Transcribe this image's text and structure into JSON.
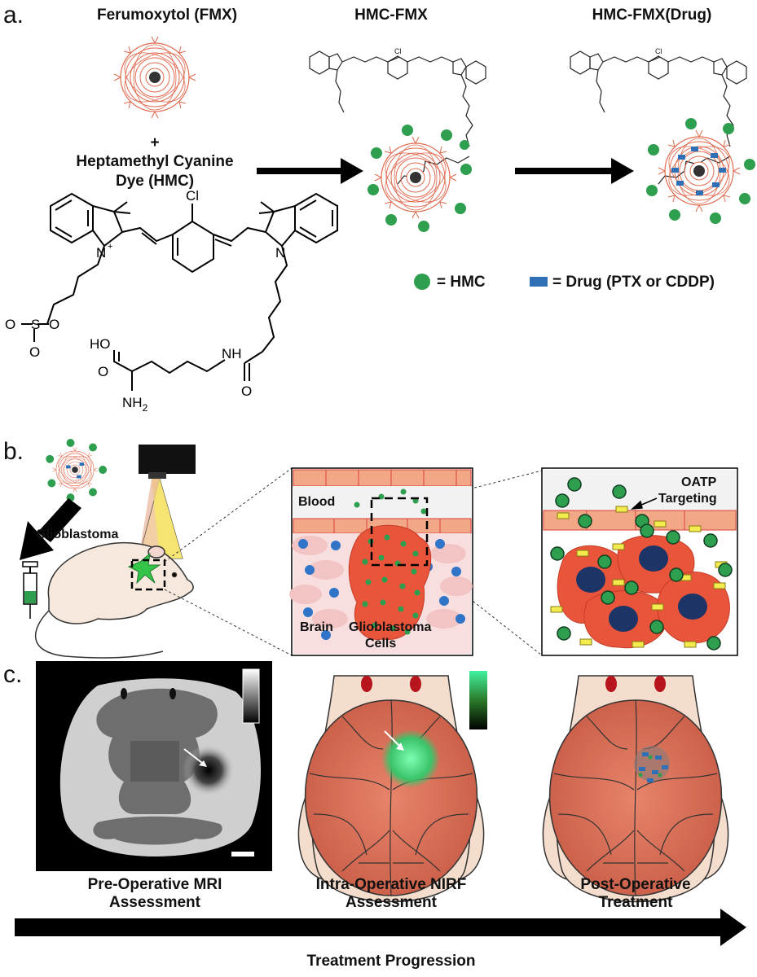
{
  "panel_a": {
    "letter": "a.",
    "fmx_title": "Ferumoxytol (FMX)",
    "plus": "+",
    "hmc_title_line1": "Heptamethyl Cyanine",
    "hmc_title_line2": "Dye (HMC)",
    "hmc_fmx_title": "HMC-FMX",
    "hmc_fmx_drug_title": "HMC-FMX(Drug)",
    "legend_hmc": "= HMC",
    "legend_drug": "= Drug (PTX or CDDP)",
    "chem_cl": "Cl",
    "chem_n_plus": "N",
    "chem_plus": "+",
    "chem_n": "N",
    "chem_so3": "O=S=O",
    "chem_s": "S",
    "chem_o1": "O",
    "chem_o2": "O",
    "chem_o3": "O",
    "chem_ho": "HO",
    "chem_o4": "O",
    "chem_nh": "NH",
    "chem_o5": "O",
    "chem_nh2": "NH",
    "chem_nh2_sub": "2"
  },
  "panel_b": {
    "letter": "b.",
    "glioblastoma": "Glioblastoma",
    "blood": "Blood",
    "brain": "Brain",
    "gbm_cells_line1": "Glioblastoma",
    "gbm_cells_line2": "Cells",
    "oatp_line1": "OATP",
    "oatp_line2": "Targeting"
  },
  "panel_c": {
    "letter": "c.",
    "mri_caption_line1": "Pre-Operative MRI",
    "mri_caption_line2": "Assessment",
    "nirf_caption_line1": "Intra-Operative NIRF",
    "nirf_caption_line2": "Assessment",
    "post_caption_line1": "Post-Operative",
    "post_caption_line2": "Treatment",
    "progression": "Treatment Progression"
  },
  "colors": {
    "hmc_green": "#2e9e4f",
    "drug_blue": "#2f6fb5",
    "nanoparticle_red": "#e06a4f",
    "tumor_red": "#e8553b",
    "brain_pink": "#f0c9c3",
    "vessel_orange": "#f2a887",
    "nucleus_blue": "#1d3466"
  },
  "icons": [
    "nanoparticle-icon",
    "syringe-icon",
    "mouse-icon",
    "camera-icon",
    "brain-icon"
  ]
}
